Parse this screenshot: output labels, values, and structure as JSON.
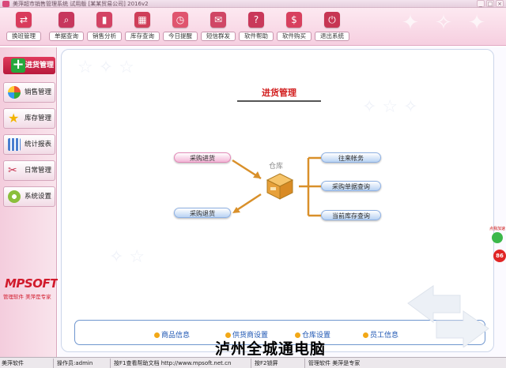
{
  "window": {
    "title": "美萍超市销售管理系统 试用版 [某某贸易公司] 2016v2",
    "controls": [
      "_",
      "□",
      "×"
    ]
  },
  "toolbar": [
    {
      "label": "换班管理",
      "icon": "shift-change-icon",
      "color": "#d93b5c"
    },
    {
      "label": "单据查询",
      "icon": "magnifier-icon",
      "color": "#c7375d"
    },
    {
      "label": "销售分析",
      "icon": "bar-chart-icon",
      "color": "#d34364"
    },
    {
      "label": "库存查询",
      "icon": "inventory-icon",
      "color": "#cf3e59"
    },
    {
      "label": "今日提醒",
      "icon": "alarm-clock-icon",
      "color": "#e0556f"
    },
    {
      "label": "短信群发",
      "icon": "envelope-icon",
      "color": "#d04665"
    },
    {
      "label": "软件帮助",
      "icon": "help-icon",
      "color": "#c9385a"
    },
    {
      "label": "软件购买",
      "icon": "purchase-icon",
      "color": "#d8405e"
    },
    {
      "label": "退出系统",
      "icon": "exit-icon",
      "color": "#c73553"
    }
  ],
  "sidebar": {
    "active": "进货管理",
    "items": [
      "销售管理",
      "库存管理",
      "统计报表",
      "日常管理",
      "系统设置"
    ],
    "brand": "MPSOFT",
    "slogan": "管理软件 美萍是专家"
  },
  "main": {
    "section_title": "进货管理",
    "warehouse_label": "仓库",
    "left_links": [
      "采购进货",
      "采购退货"
    ],
    "right_links": [
      "往来帐务",
      "采购单据查询",
      "当前库存查询"
    ],
    "bottom_links": [
      "商品信息",
      "供货商设置",
      "仓库设置",
      "员工信息"
    ]
  },
  "float_widget": {
    "label": "点我加速",
    "value": "86"
  },
  "watermark": "泸州全城通电脑",
  "statusbar": [
    "美萍软件",
    "操作员:admin",
    "按F1查看帮助文档 http://www.mpsoft.net.cn",
    "按F2锁屏",
    "管理软件 美萍是专家"
  ],
  "colors": {
    "accent": "#d21f1f",
    "link": "#1e56b3",
    "arrow": "#d9902a",
    "frame": "#6f96cf"
  }
}
